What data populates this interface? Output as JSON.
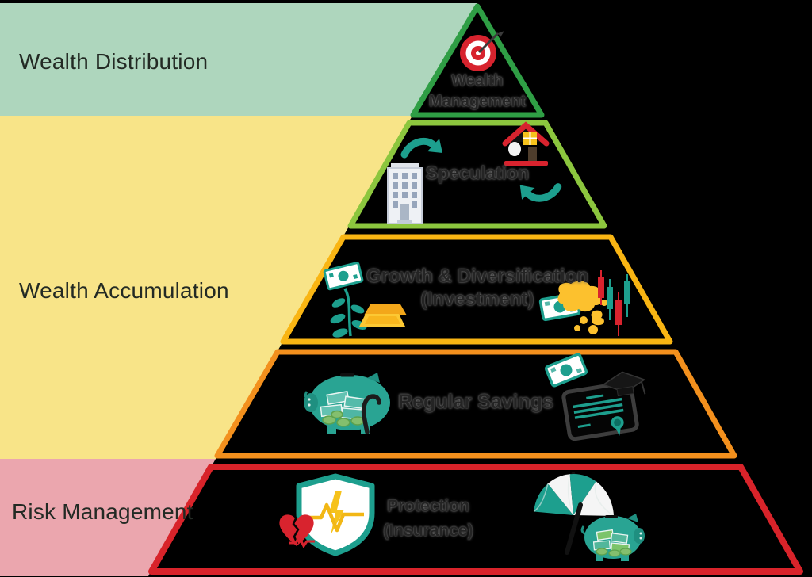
{
  "bands": [
    {
      "label": "Wealth Distribution",
      "color": "#aed6bd"
    },
    {
      "label": "Wealth Accumulation",
      "color": "#f8e488"
    },
    {
      "label": "Risk Management",
      "color": "#eba6ae"
    }
  ],
  "pyramid": {
    "background": "#000000",
    "levels": [
      {
        "label": "Wealth Management",
        "line1": "Wealth",
        "line2": "Management",
        "border_color": "#2f9e45",
        "icons": [
          "target-with-dart"
        ]
      },
      {
        "label": "Speculation",
        "line1": "Speculation",
        "border_color": "#8cc63e",
        "icons": [
          "curved-arrow",
          "office-building",
          "house",
          "curved-arrow"
        ]
      },
      {
        "label": "Growth & Diversification (Investment)",
        "line1": "Growth & Diversification",
        "line2": "(Investment)",
        "border_color": "#f9b513",
        "icons": [
          "money-plant",
          "gold-bars",
          "banknote",
          "world-map",
          "candlestick-chart"
        ]
      },
      {
        "label": "Regular Savings",
        "line1": "Regular Savings",
        "border_color": "#f3901d",
        "icons": [
          "piggy-bank-with-cane",
          "banknote",
          "certificate-with-graduation-cap"
        ]
      },
      {
        "label": "Protection (Insurance)",
        "line1": "Protection",
        "line2": "(Insurance)",
        "border_color": "#d8232a",
        "icons": [
          "broken-heart",
          "health-shield",
          "banknote",
          "umbrella",
          "piggy-bank"
        ]
      }
    ]
  },
  "palette": {
    "teal": "#1d9f8e",
    "red": "#d8232e",
    "gold": "#f6b91d",
    "white": "#ffffff",
    "black": "#000000"
  }
}
